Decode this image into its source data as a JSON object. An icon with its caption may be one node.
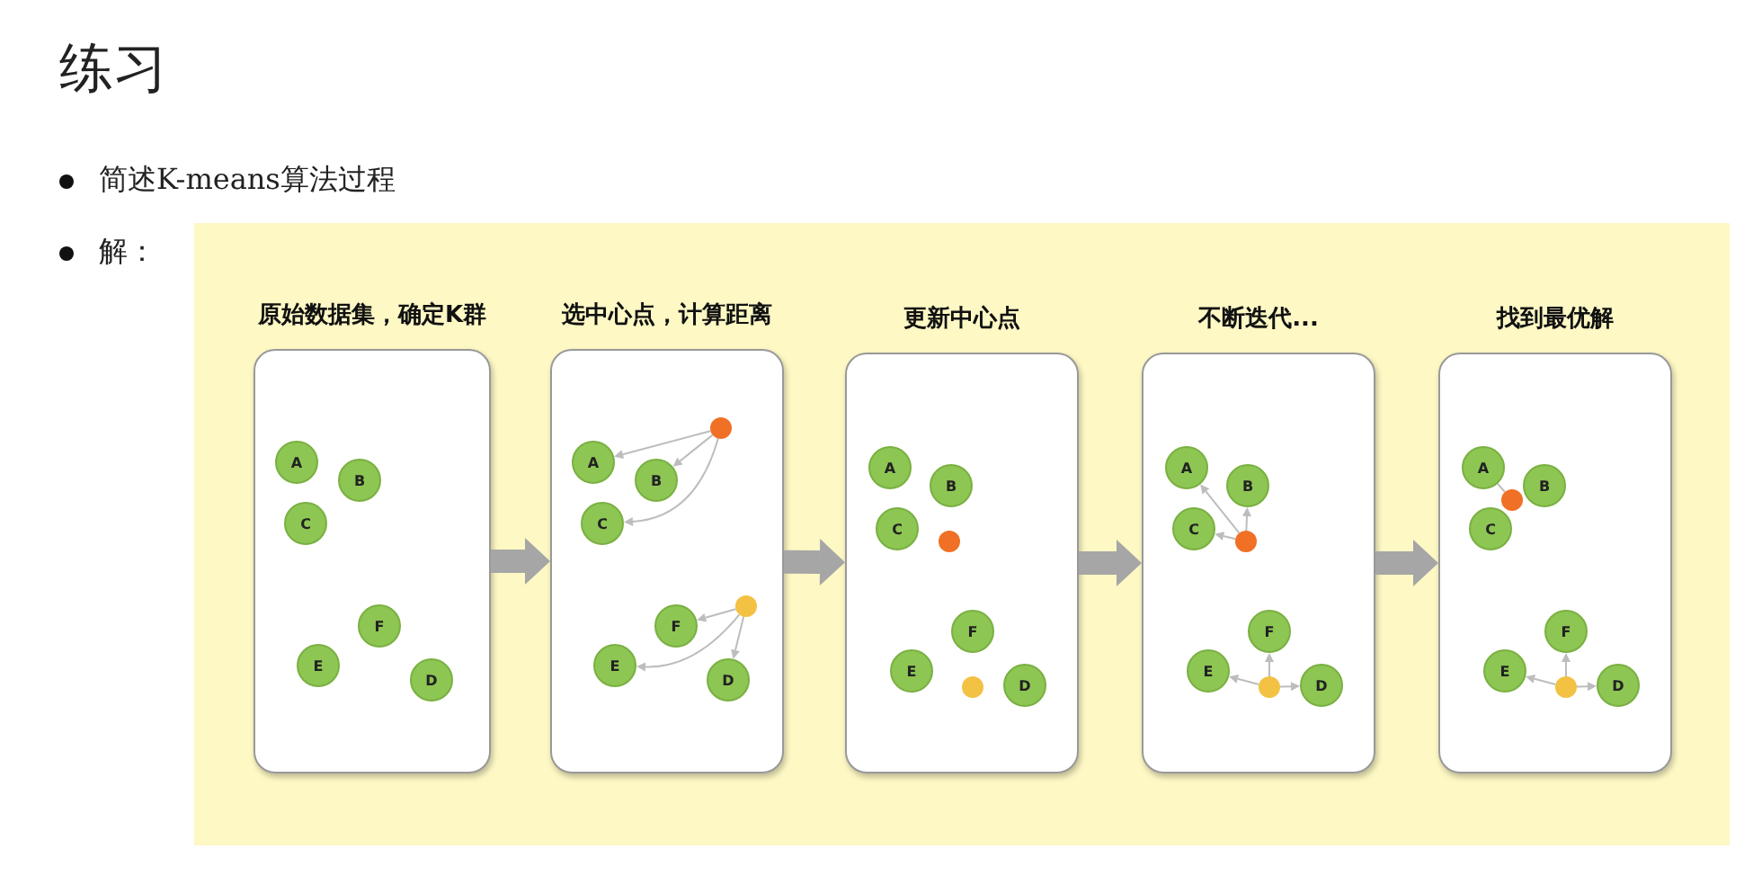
{
  "diagram": {
    "title": "练习",
    "nodes": [
      {
        "text": [
          "原始数据集，确定K群"
        ]
      },
      {
        "text": [
          "A"
        ],
        "in": 0
      },
      {
        "text": [
          "B"
        ],
        "in": 0
      },
      {
        "text": [
          "C"
        ],
        "in": 0
      },
      {
        "text": [
          "F"
        ],
        "in": 0
      },
      {
        "text": [
          "E"
        ],
        "in": 0
      },
      {
        "text": [
          "D"
        ],
        "in": 0
      },
      {
        "text": [
          "选中心点，计算距离"
        ]
      },
      {
        "text": [],
        "shape": "circle",
        "in": 7
      },
      {
        "text": [
          "A"
        ],
        "in": 7
      },
      {
        "text": [
          "B"
        ],
        "in": 7
      },
      {
        "text": [
          "C"
        ],
        "in": 7
      },
      {
        "text": [],
        "shape": "circle",
        "in": 7
      },
      {
        "text": [
          "F"
        ],
        "in": 7
      },
      {
        "text": [
          "E"
        ],
        "in": 7
      },
      {
        "text": [
          "D"
        ],
        "in": 7
      },
      {
        "text": [
          "更新中心点"
        ]
      },
      {
        "text": [
          "A"
        ],
        "in": 16
      },
      {
        "text": [
          "B"
        ],
        "in": 16
      },
      {
        "text": [
          "C"
        ],
        "in": 16
      },
      {
        "text": [],
        "shape": "circle",
        "in": 16
      },
      {
        "text": [
          "F"
        ],
        "in": 16
      },
      {
        "text": [
          "E"
        ],
        "in": 16
      },
      {
        "text": [],
        "shape": "circle",
        "in": 16
      },
      {
        "text": [
          "D"
        ],
        "in": 16
      },
      {
        "text": [
          "不断迭代..."
        ]
      },
      {
        "text": [
          "A"
        ],
        "in": 25
      },
      {
        "text": [
          "B"
        ],
        "in": 25
      },
      {
        "text": [
          "C"
        ],
        "in": 25
      },
      {
        "text": [],
        "shape": "circle",
        "in": 25
      },
      {
        "text": [
          "F"
        ],
        "in": 25
      },
      {
        "text": [
          "E"
        ],
        "in": 25
      },
      {
        "text": [],
        "shape": "circle",
        "in": 25
      },
      {
        "text": [
          "D"
        ],
        "in": 25
      },
      {
        "text": [
          "找到最优解"
        ]
      },
      {
        "text": [
          "A"
        ],
        "in": 34
      },
      {
        "text": [
          "B"
        ],
        "in": 34
      },
      {
        "text": [],
        "shape": "circle",
        "in": 34
      },
      {
        "text": [
          "C"
        ],
        "in": 34
      },
      {
        "text": [
          "F"
        ],
        "in": 34
      },
      {
        "text": [
          "E"
        ],
        "in": 34
      },
      {
        "text": [],
        "shape": "circle",
        "in": 34
      },
      {
        "text": [
          "D"
        ],
        "in": 34
      }
    ],
    "edges": [
      {
        "from": 0,
        "to": 7,
        "arrow": "to",
        "style": "thick",
        "color": "#a6a6a6"
      },
      {
        "from": 8,
        "to": 9,
        "arrow": "to"
      },
      {
        "from": 8,
        "to": 10,
        "arrow": "to"
      },
      {
        "from": 8,
        "to": 11,
        "arrow": "to"
      },
      {
        "from": 12,
        "to": 13,
        "arrow": "to"
      },
      {
        "from": 12,
        "to": 14,
        "arrow": "to"
      },
      {
        "from": 12,
        "to": 15,
        "arrow": "to"
      },
      {
        "from": 7,
        "to": 16,
        "arrow": "to",
        "style": "thick",
        "color": "#a6a6a6"
      },
      {
        "from": 16,
        "to": 25,
        "arrow": "to",
        "style": "thick",
        "color": "#a6a6a6"
      },
      {
        "from": 29,
        "to": 26,
        "arrow": "to"
      },
      {
        "from": 29,
        "to": 27,
        "arrow": "to"
      },
      {
        "from": 29,
        "to": 28,
        "arrow": "to"
      },
      {
        "from": 32,
        "to": 30,
        "arrow": "to"
      },
      {
        "from": 32,
        "to": 31,
        "arrow": "to"
      },
      {
        "from": 32,
        "to": 33,
        "arrow": "to"
      },
      {
        "from": 25,
        "to": 34,
        "arrow": "to",
        "style": "thick",
        "color": "#a6a6a6"
      },
      {
        "from": 37,
        "to": 35,
        "arrow": "none"
      },
      {
        "from": 41,
        "to": 39,
        "arrow": "to"
      },
      {
        "from": 41,
        "to": 40,
        "arrow": "to"
      },
      {
        "from": 41,
        "to": 42,
        "arrow": "to"
      }
    ],
    "labels": [
      "简述K-means算法过程",
      "解："
    ]
  }
}
